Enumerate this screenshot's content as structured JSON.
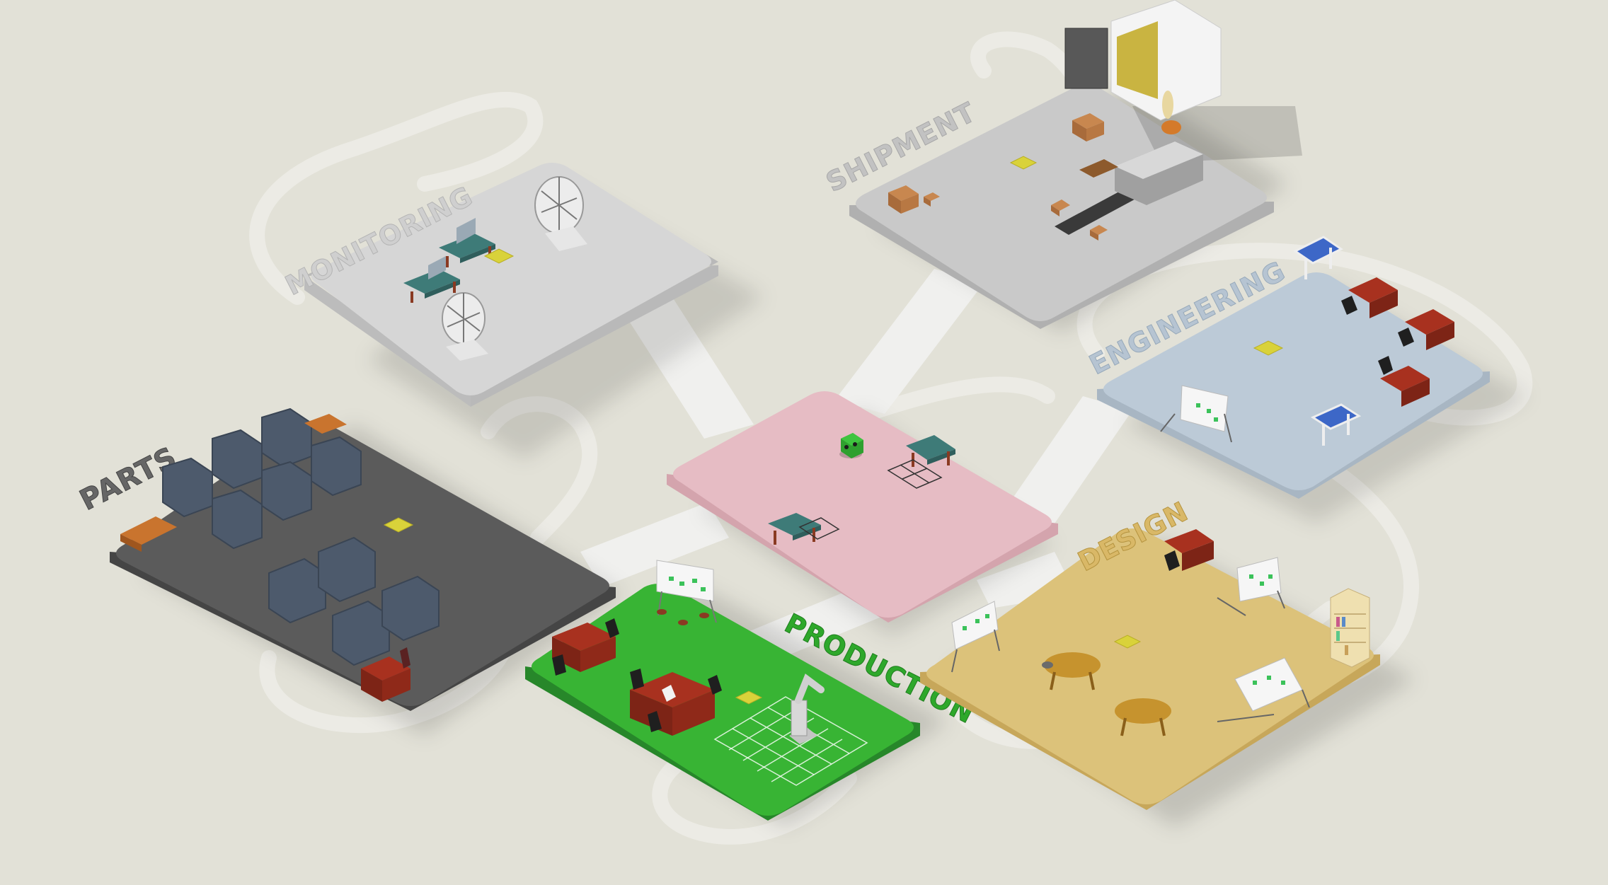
{
  "zones": {
    "monitoring": {
      "label": "MONITORING",
      "color": "#d6d6d6",
      "label_color": "#c9c9c9"
    },
    "shipment": {
      "label": "SHIPMENT",
      "color": "#c9c9c9",
      "label_color": "#bdbdbd"
    },
    "engineering": {
      "label": "ENGINEERING",
      "color": "#bccad7",
      "label_color": "#a8bccd"
    },
    "parts": {
      "label": "PARTS",
      "color": "#5b5b5b",
      "label_color": "#666666"
    },
    "production": {
      "label": "PRODUCTION",
      "color": "#38b434",
      "label_color": "#2ea82b"
    },
    "design": {
      "label": "DESIGN",
      "color": "#dcc27a",
      "label_color": "#d9b867"
    },
    "hub": {
      "label": "",
      "color": "#e6bcc4"
    }
  },
  "colors": {
    "background": "#e2e1d7",
    "bridge": "#f0f0ee",
    "marker": "#d9d23a",
    "desk": "#a8311f",
    "shelf": "#4d5a6c",
    "table": "#3e7b78"
  },
  "agent": {
    "icon": "green-robot-agent-icon"
  }
}
